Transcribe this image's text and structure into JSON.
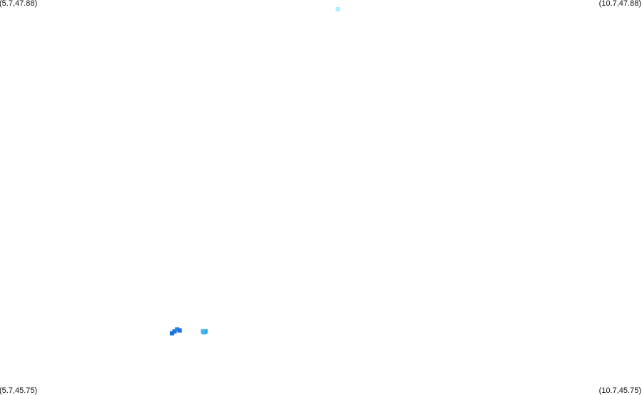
{
  "map": {
    "corners": {
      "top_left": "(5.7,47.88)",
      "top_right": "(10.7,47.88)",
      "bottom_left": "(5.7,45.75)",
      "bottom_right": "(10.7,45.75)"
    },
    "bounds": {
      "lon_min": 5.7,
      "lon_max": 10.7,
      "lat_min": 45.75,
      "lat_max": 47.88
    },
    "points": [
      {
        "lon": 8.33,
        "lat": 47.83,
        "color": "#aaf0ff"
      },
      {
        "lon": 7.04,
        "lat": 46.08,
        "color": "#1a73e0"
      },
      {
        "lon": 7.06,
        "lat": 46.09,
        "color": "#1a73e0"
      },
      {
        "lon": 7.08,
        "lat": 46.1,
        "color": "#2c86e6"
      },
      {
        "lon": 7.1,
        "lat": 46.095,
        "color": "#1a73e0"
      },
      {
        "lon": 7.29,
        "lat": 46.085,
        "color": "#2aa8e8"
      },
      {
        "lon": 7.3,
        "lat": 46.09,
        "color": "#2aa8e8"
      },
      {
        "lon": 7.28,
        "lat": 46.09,
        "color": "#44b8ee"
      }
    ]
  }
}
